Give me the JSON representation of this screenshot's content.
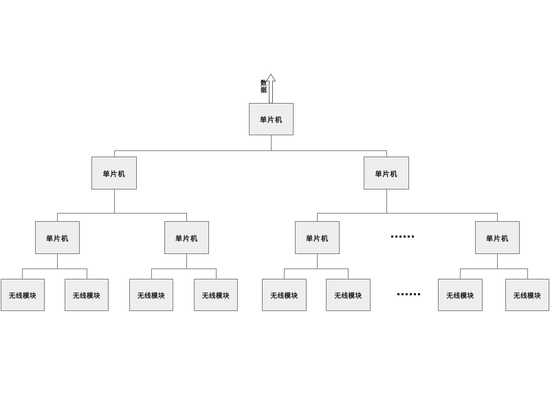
{
  "diagram": {
    "arrow_label": "数据",
    "ellipsis_dots": 6,
    "nodes": {
      "root": "单片机",
      "level2": [
        "单片机",
        "单片机"
      ],
      "level3": [
        "单片机",
        "单片机",
        "单片机",
        "单片机"
      ],
      "level4": [
        "无线模块",
        "无线模块",
        "无线模块",
        "无线模块",
        "无线模块",
        "无线模块",
        "无线模块",
        "无线模块"
      ]
    },
    "colors": {
      "box_fill": "#eeeeee",
      "box_border": "#7e7e7e",
      "connector_line": "#808080",
      "text": "#1a1a1a"
    }
  }
}
